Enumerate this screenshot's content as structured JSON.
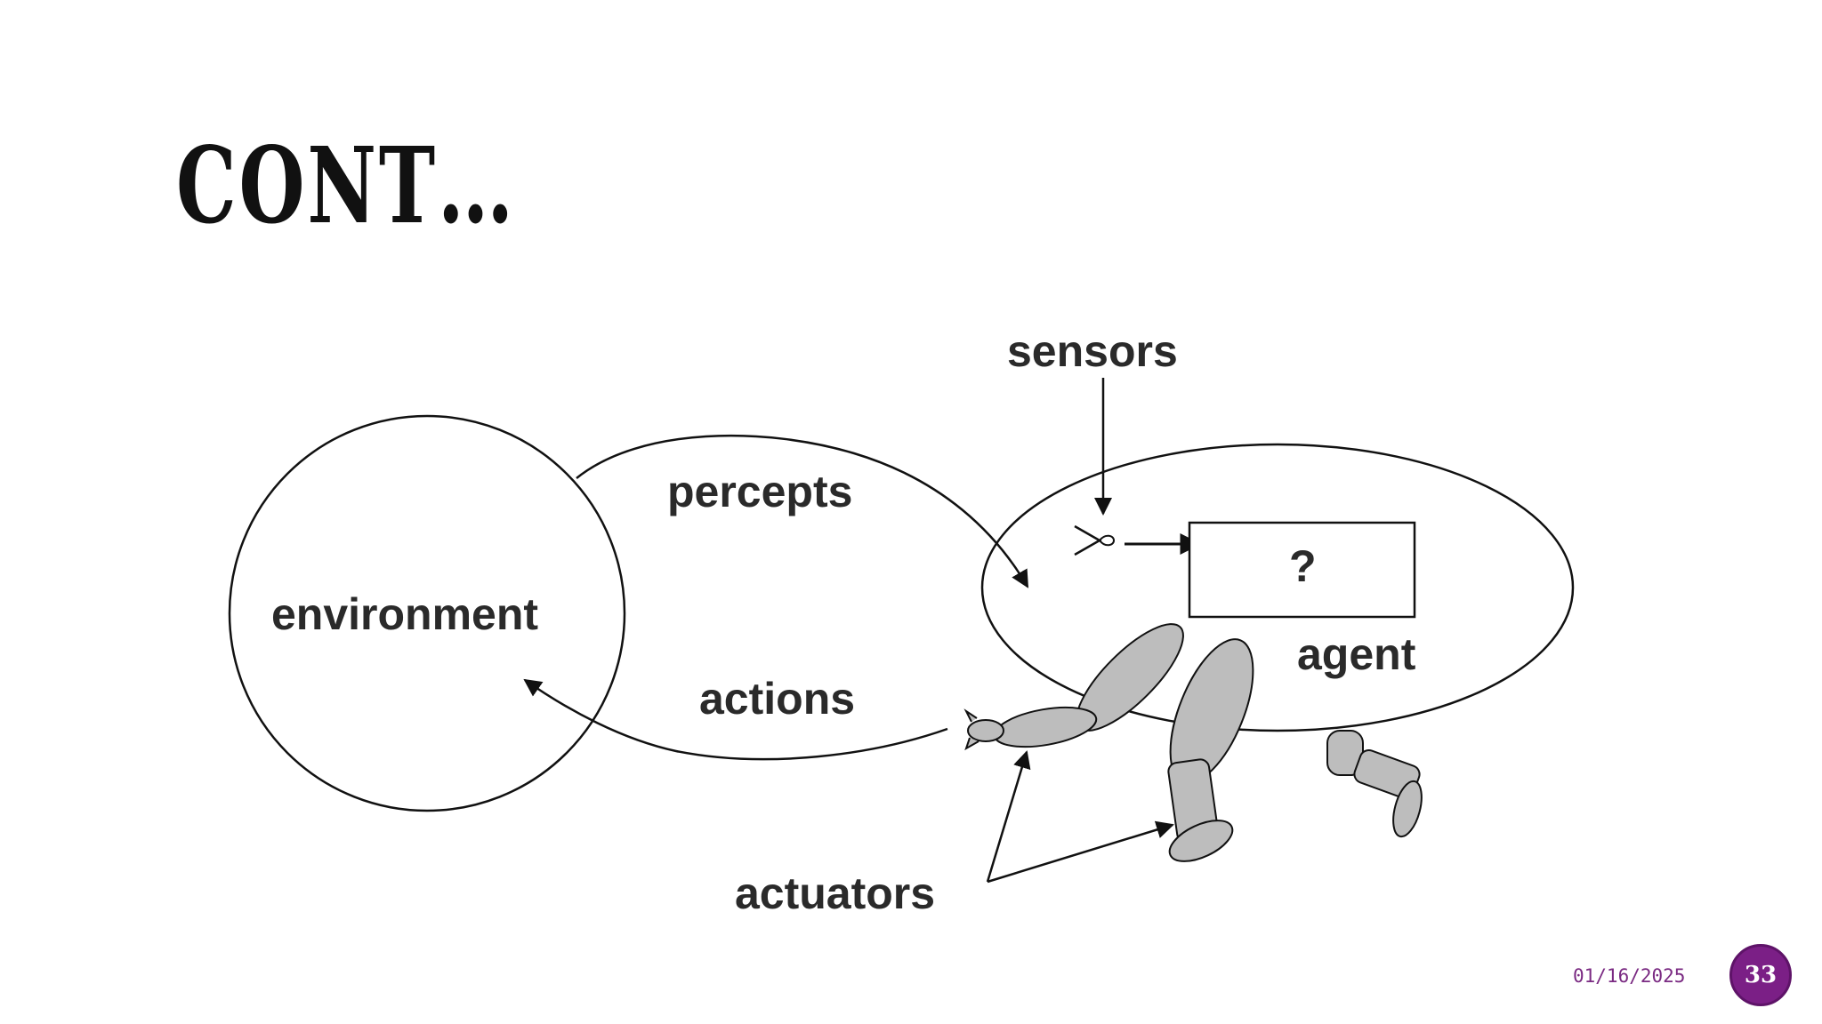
{
  "slide": {
    "title": "CONT…",
    "date": "01/16/2025",
    "page_number": "33"
  },
  "diagram": {
    "labels": {
      "sensors": "sensors",
      "percepts": "percepts",
      "environment": "environment",
      "actions": "actions",
      "agent": "agent",
      "box": "?",
      "actuators": "actuators"
    }
  },
  "colors": {
    "accent": "#7b1f86",
    "limb_fill": "#bdbdbd",
    "line": "#111111"
  }
}
